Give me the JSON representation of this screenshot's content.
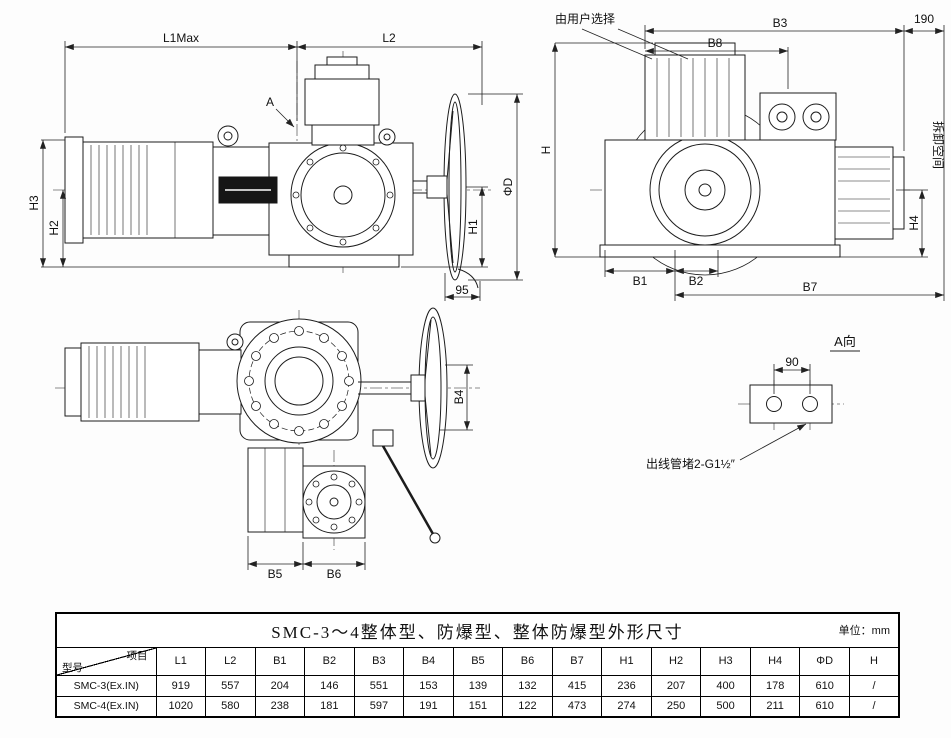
{
  "views": {
    "side": {
      "l1max": "L1Max",
      "l2": "L2",
      "a": "A",
      "h3": "H3",
      "h2": "H2",
      "h1": "H1",
      "phid": "ΦD",
      "n95": "95"
    },
    "rear": {
      "user_select": "由用户选择",
      "b3": "B3",
      "b8": "B8",
      "n190": "190",
      "removal_space": "拆卸空间",
      "h": "H",
      "h4": "H4",
      "b1": "B1",
      "b2": "B2",
      "b7": "B7"
    },
    "plan": {
      "b4": "B4",
      "b5": "B5",
      "b6": "B6"
    },
    "detail_a": {
      "title": "A向",
      "n90": "90",
      "note": "出线管堵2-G1½″"
    }
  },
  "table": {
    "title": "SMC-3～4整体型、防爆型、整体防爆型外形尺寸",
    "unit_label": "单位：",
    "unit_value": "mm",
    "corner_top": "项目",
    "corner_bottom": "型号",
    "columns": [
      "L1",
      "L2",
      "B1",
      "B2",
      "B3",
      "B4",
      "B5",
      "B6",
      "B7",
      "H1",
      "H2",
      "H3",
      "H4",
      "ΦD",
      "H"
    ],
    "rows": [
      {
        "model": "SMC-3(Ex.IN)",
        "values": [
          "919",
          "557",
          "204",
          "146",
          "551",
          "153",
          "139",
          "132",
          "415",
          "236",
          "207",
          "400",
          "178",
          "610",
          "/"
        ]
      },
      {
        "model": "SMC-4(Ex.IN)",
        "values": [
          "1020",
          "580",
          "238",
          "181",
          "597",
          "191",
          "151",
          "122",
          "473",
          "274",
          "250",
          "500",
          "211",
          "610",
          "/"
        ]
      }
    ]
  }
}
